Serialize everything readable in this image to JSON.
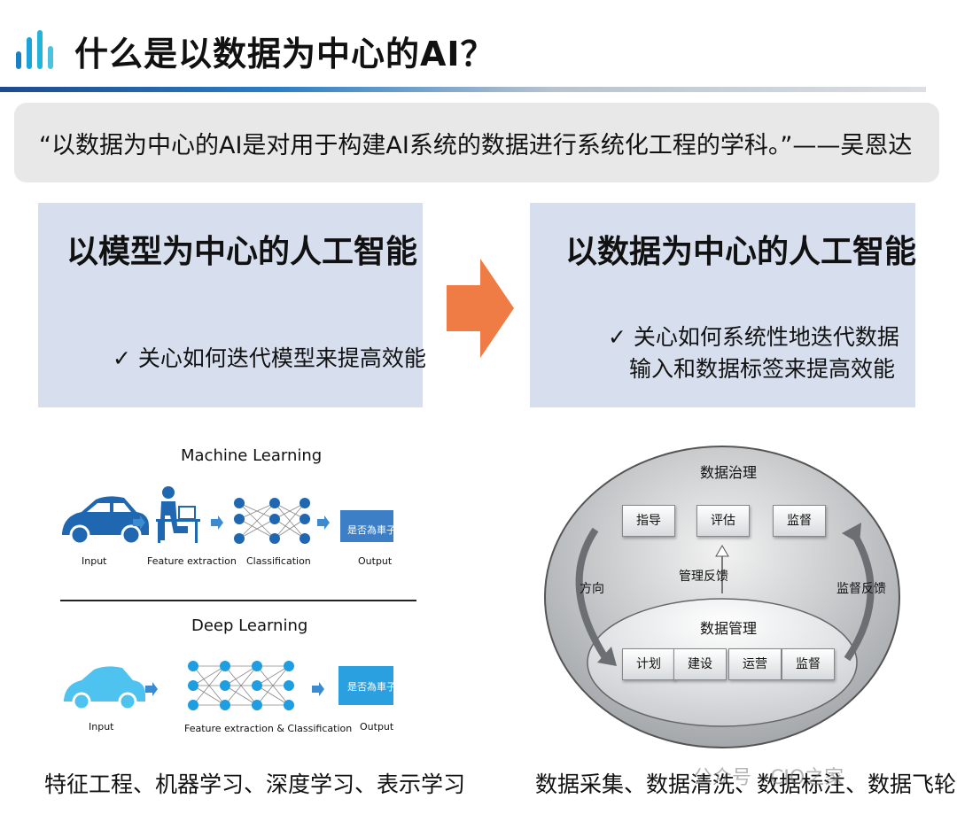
{
  "header": {
    "title": "什么是以数据为中心的AI？"
  },
  "quote": {
    "text": "“以数据为中心的AI是对用于构建AI系统的数据进行系统化工程的学科。”——吴恩达"
  },
  "panels": {
    "left": {
      "title": "以模型为中心的人工智能",
      "point": "✓ 关心如何迭代模型来提高效能"
    },
    "right": {
      "title": "以数据为中心的人工智能",
      "point_line1": "✓ 关心如何系统性地迭代数据",
      "point_line2": "输入和数据标签来提高效能"
    }
  },
  "ml_diagram": {
    "ml_title": "Machine Learning",
    "dl_title": "Deep Learning",
    "ml_labels": [
      "Input",
      "Feature extraction",
      "Classification",
      "Output"
    ],
    "dl_labels": [
      "Input",
      "Feature extraction & Classification",
      "Output"
    ],
    "output_text": "是否為車子"
  },
  "gov_diagram": {
    "outer_title": "数据治理",
    "outer_boxes": [
      "指导",
      "评估",
      "监督"
    ],
    "inner_title": "数据管理",
    "inner_boxes": [
      "计划",
      "建设",
      "运营",
      "监督"
    ],
    "left_label": "方向",
    "middle_label": "管理反馈",
    "right_label": "监督反馈"
  },
  "captions": {
    "left": "特征工程、机器学习、深度学习、表示学习",
    "right": "数据采集、数据清洗、数据标注、数据飞轮"
  },
  "watermark": "公众号 · CIO之家",
  "colors": {
    "accent_blue": "#1aa3d8",
    "panel_bg": "#d7dfee",
    "arrow_orange": "#ef7b45",
    "quote_bg": "#e8e8e8"
  }
}
